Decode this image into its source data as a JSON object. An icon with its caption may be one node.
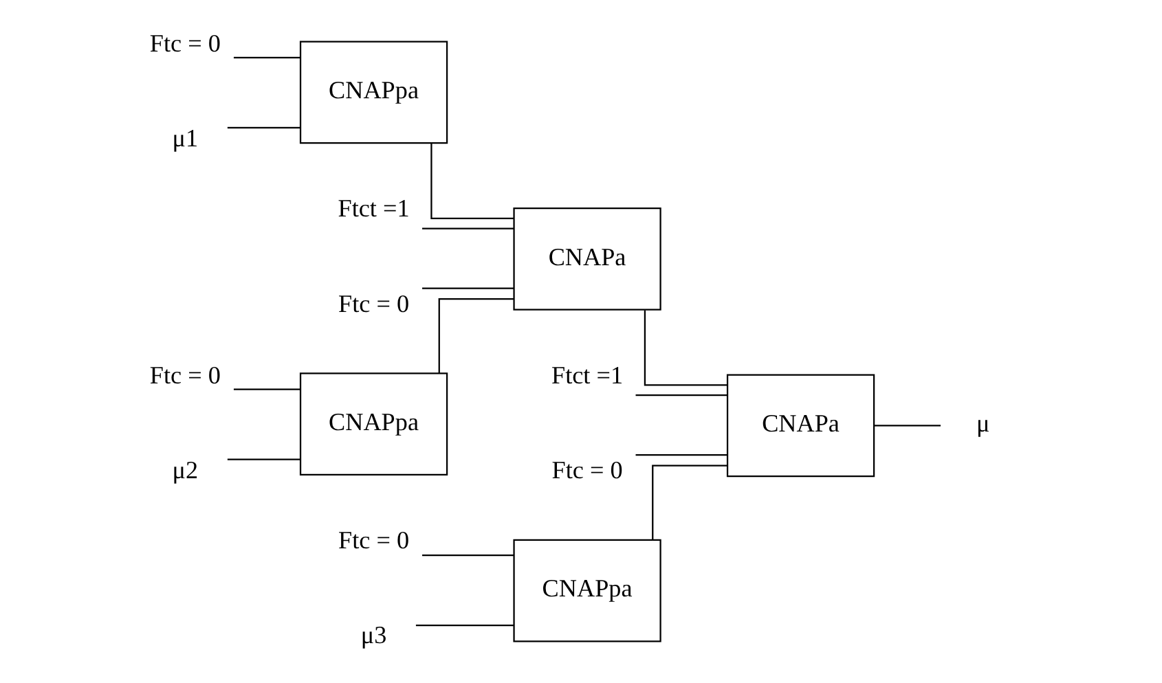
{
  "diagram": {
    "nodes": [
      {
        "text": [
          "Ftc = 0"
        ]
      },
      {
        "text": [
          "μ1"
        ]
      },
      {
        "text": [
          "CNAPpa"
        ]
      },
      {
        "text": [
          "Ftct =1"
        ]
      },
      {
        "text": [
          "Ftc = 0"
        ]
      },
      {
        "text": [
          "Ftc = 0"
        ]
      },
      {
        "text": [
          "μ2"
        ]
      },
      {
        "text": [
          "CNAPpa"
        ]
      },
      {
        "text": [
          "CNAPa"
        ]
      },
      {
        "text": [
          "Ftct =1"
        ]
      },
      {
        "text": [
          "Ftc = 0"
        ]
      },
      {
        "text": [
          "Ftc = 0"
        ]
      },
      {
        "text": [
          "μ3"
        ]
      },
      {
        "text": [
          "CNAPpa"
        ]
      },
      {
        "text": [
          "CNAPa"
        ]
      },
      {
        "text": [
          "μ"
        ]
      }
    ],
    "edges": [
      {
        "from": 0,
        "to": 2,
        "arrow": "none"
      },
      {
        "from": 1,
        "to": 2,
        "arrow": "none"
      },
      {
        "from": 2,
        "to": 8,
        "arrow": "none"
      },
      {
        "from": 7,
        "to": 8,
        "arrow": "none"
      },
      {
        "from": 3,
        "to": 8,
        "arrow": "none"
      },
      {
        "from": 4,
        "to": 8,
        "arrow": "none"
      },
      {
        "from": 5,
        "to": 7,
        "arrow": "none"
      },
      {
        "from": 6,
        "to": 7,
        "arrow": "none"
      },
      {
        "from": 8,
        "to": 14,
        "arrow": "none"
      },
      {
        "from": 9,
        "to": 14,
        "arrow": "none"
      },
      {
        "from": 10,
        "to": 14,
        "arrow": "none"
      },
      {
        "from": 11,
        "to": 13,
        "arrow": "none"
      },
      {
        "from": 12,
        "to": 13,
        "arrow": "none"
      },
      {
        "from": 13,
        "to": 14,
        "arrow": "none"
      },
      {
        "from": 14,
        "to": 15,
        "arrow": "none"
      }
    ]
  }
}
